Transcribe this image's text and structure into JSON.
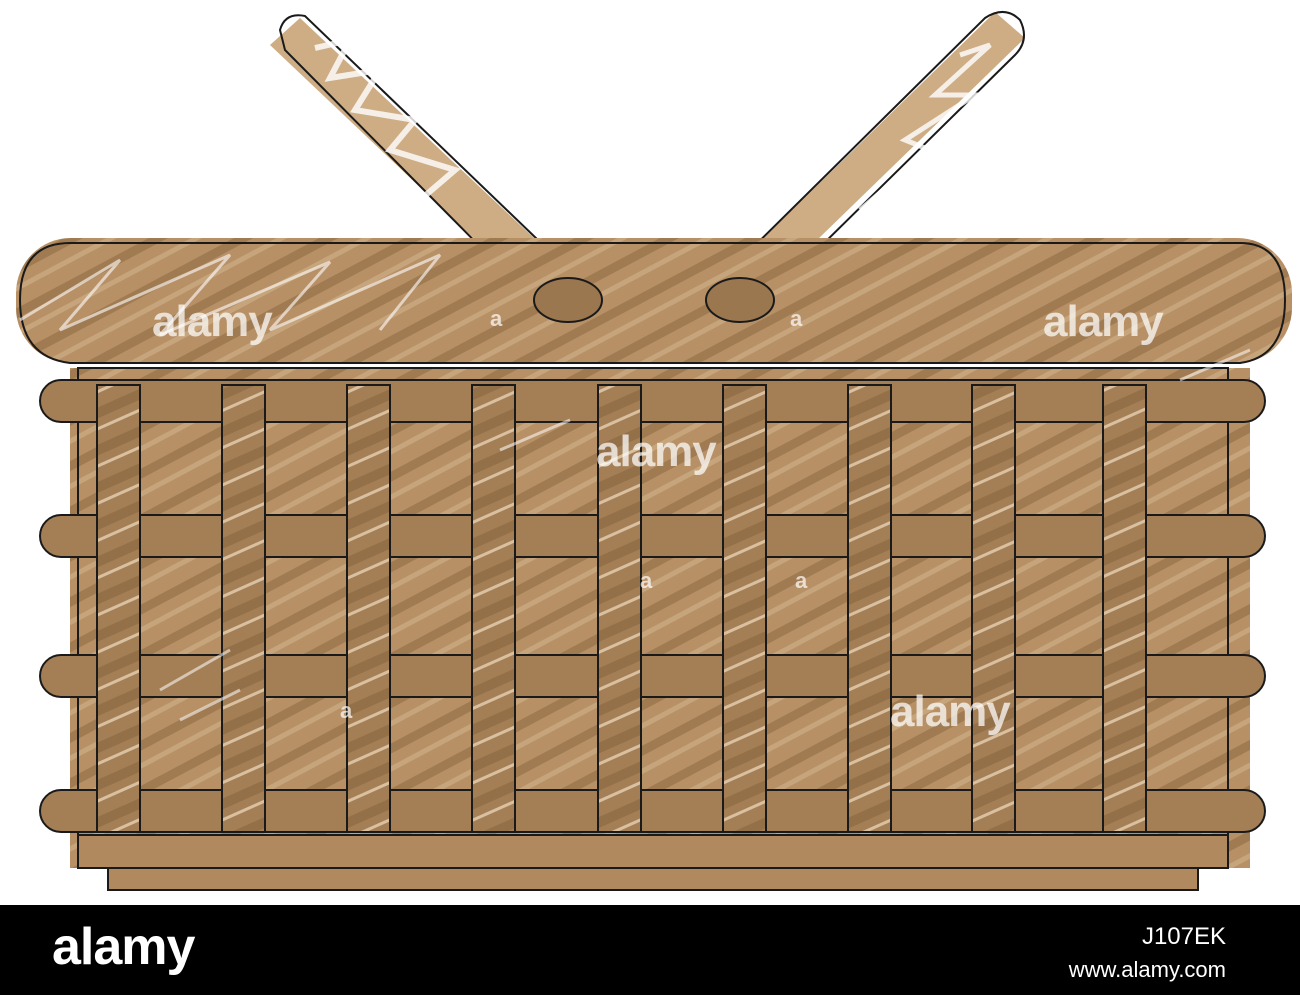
{
  "image": {
    "subject": "picnic-basket-illustration",
    "colors": {
      "background": "#ffffff",
      "basket_light": "#c9a478",
      "basket_mid": "#b08a5e",
      "basket_dark": "#9a774f",
      "outline": "#1a1a1a",
      "footer_bg": "#000000",
      "footer_text": "#ffffff"
    }
  },
  "watermarks": {
    "text": "alamy",
    "symbol": "a"
  },
  "footer": {
    "logo": "alamy",
    "image_id": "J107EK",
    "url": "www.alamy.com"
  }
}
